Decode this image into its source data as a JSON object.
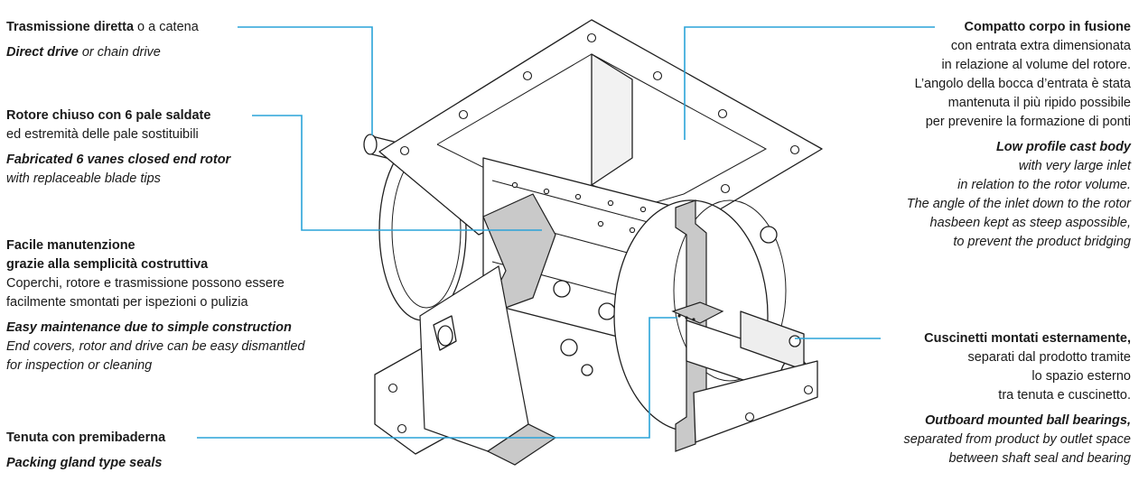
{
  "labels": {
    "drive": {
      "it_bold": "Trasmissione diretta",
      "it_rest": " o a catena",
      "en_bold": "Direct drive",
      "en_rest": " or chain drive"
    },
    "rotor": {
      "it_bold": "Rotore chiuso con 6 pale saldate",
      "it_line2": "ed estremità delle pale sostituibili",
      "en_bold": "Fabricated 6 vanes closed end rotor",
      "en_line2": "with replaceable blade tips"
    },
    "maintenance": {
      "it_bold_1": "Facile manutenzione",
      "it_bold_2": "grazie alla semplicità costruttiva",
      "it_line3": "Coperchi, rotore e trasmissione possono essere",
      "it_line4": "facilmente smontati per ispezioni o pulizia",
      "en_bold": "Easy maintenance due to simple construction",
      "en_line2": "End covers, rotor and drive can be easy dismantled",
      "en_line3": "for inspection or cleaning"
    },
    "seal": {
      "it_bold": "Tenuta con premibaderna",
      "en_bold": "Packing gland type seals"
    },
    "body": {
      "it_bold": "Compatto corpo in fusione",
      "it_lines": [
        "con entrata extra dimensionata",
        "in relazione al volume del rotore.",
        "L’angolo della bocca d’entrata è stata",
        "mantenuta il più ripido possibile",
        "per prevenire la formazione di ponti"
      ],
      "en_bold": "Low profile cast body",
      "en_lines": [
        "with very large inlet",
        "in relation to the rotor volume.",
        "The angle of the inlet down to the rotor",
        "hasbeen kept as steep aspossible,",
        "to prevent the product bridging"
      ]
    },
    "bearings": {
      "it_bold": "Cuscinetti montati esternamente,",
      "it_lines": [
        "separati dal prodotto tramite",
        "lo spazio esterno",
        "tra tenuta e cuscinetto."
      ],
      "en_bold": "Outboard mounted ball bearings,",
      "en_lines": [
        "separated from product by outlet space",
        "between shaft seal and bearing"
      ]
    }
  },
  "colors": {
    "leader": "#2aa3d8",
    "ink": "#1f1f1f"
  }
}
